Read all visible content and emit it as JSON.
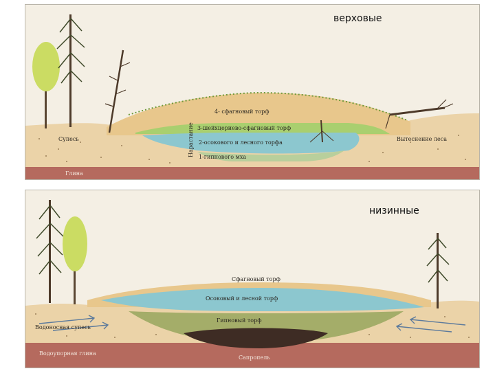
{
  "top_panel": {
    "title": "верховые",
    "layers": [
      "4- сфагновый торф",
      "3-шейхцериево-сфагновый торф",
      "2-осокового и лесного торфа",
      "1-гипнового мха"
    ],
    "growth_label": "Нарастание",
    "left_soil": "Супесь",
    "right_note": "Вытеснение леса",
    "base": "Глина"
  },
  "bottom_panel": {
    "title": "низинные",
    "layers": [
      "Сфагновый торф",
      "Осоковый и лесной торф",
      "Гипновый торф",
      "Сапропель"
    ],
    "left_soil": "Водоносная супесь",
    "base": "Водоупорная глина"
  },
  "colors": {
    "sky": "#f4efe4",
    "sand": "#ebd3a8",
    "clay": "#b56a5e",
    "sphagnum": "#e8c78c",
    "scheuchzeria": "#a9cf6f",
    "sedge": "#8cc7cf",
    "hypnum": "#b8cf9c",
    "sapropel": "#3e2c24",
    "hypnum_peat": "#a4ad69"
  }
}
